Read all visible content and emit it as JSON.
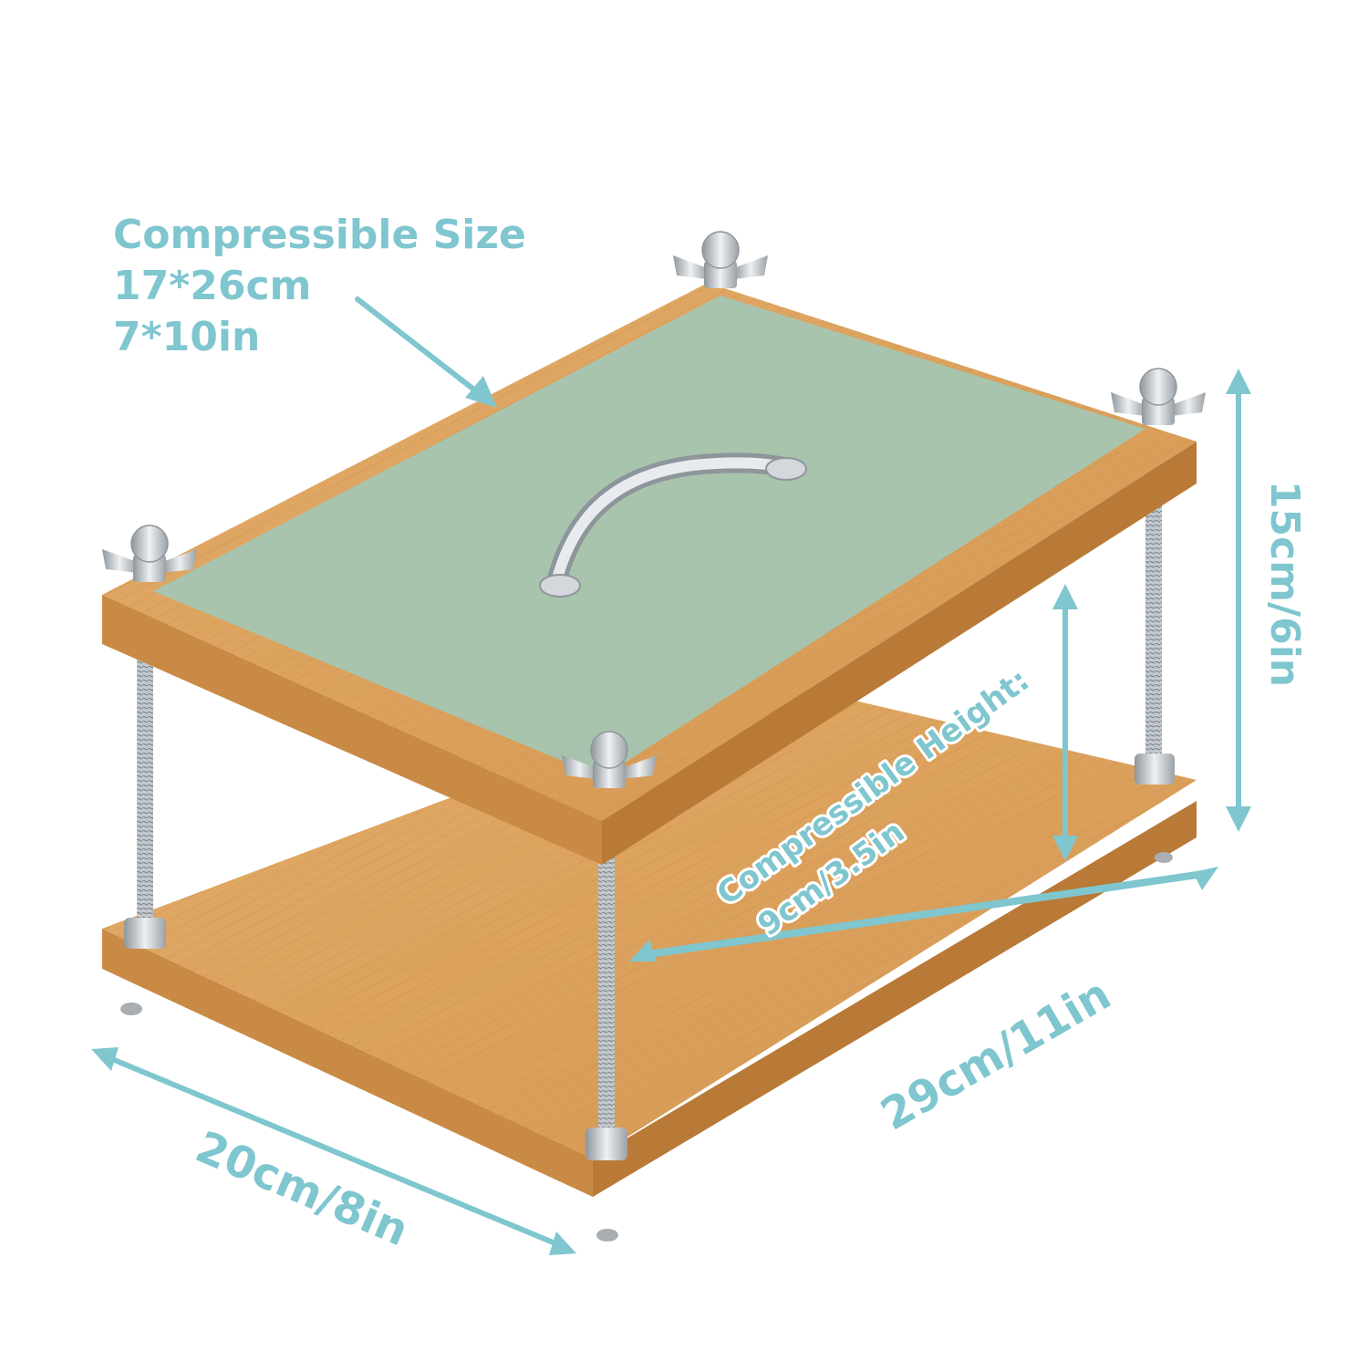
{
  "annotations": {
    "compressible_size": {
      "title": "Compressible Size",
      "metric": "17*26cm",
      "imperial": "7*10in"
    },
    "total_height": "15cm/6in",
    "compressible_height": {
      "title": "Compressible Height:",
      "value": "9cm/3.5in"
    },
    "length": "29cm/11in",
    "width": "20cm/8in"
  },
  "colors": {
    "label": "#7fc6cf",
    "arrow": "#7fc6cf",
    "wood": "#d9a15c",
    "wood_edge": "#c98a45",
    "wood_dark": "#b97a38",
    "compression_area": "#a4c7b4",
    "metal": "#c9cdd1",
    "metal_dark": "#8e959b"
  },
  "icons": {
    "wing_nut": "wing-nut-icon",
    "handle": "handle-icon",
    "threaded_rod": "threaded-rod-icon"
  }
}
